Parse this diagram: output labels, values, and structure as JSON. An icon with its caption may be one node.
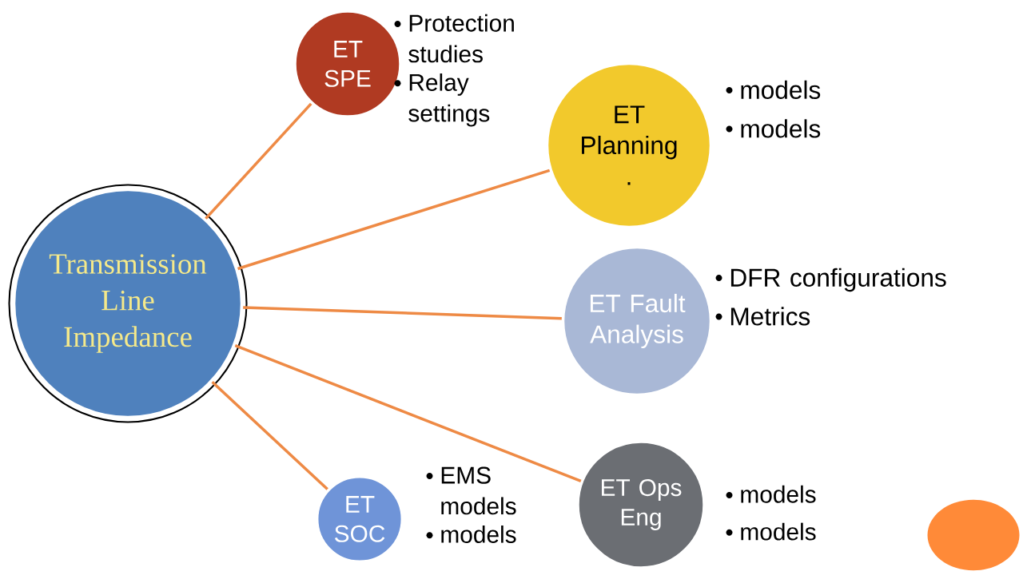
{
  "diagram": {
    "nodes": [
      {
        "text": [
          "Transmission Line Impedance"
        ]
      },
      {
        "text": [
          "ET SPE"
        ],
        "beside": [
          "Protection studies",
          "Relay settings"
        ]
      },
      {
        "text": [
          "ET Planning ."
        ],
        "beside": [
          "models",
          "models"
        ]
      },
      {
        "text": [
          "ET Fault Analysis"
        ],
        "beside": [
          "DFR configurations",
          "Metrics"
        ]
      },
      {
        "text": [
          "ET Ops Eng"
        ],
        "beside": [
          "models",
          "models"
        ]
      },
      {
        "text": [
          "ET SOC"
        ],
        "beside": [
          "EMS models",
          "models"
        ]
      },
      {
        "text": [],
        "shape": "circle"
      }
    ],
    "edges": [
      {
        "from": 0,
        "to": 1,
        "arrow": "none"
      },
      {
        "from": 0,
        "to": 2,
        "arrow": "none"
      },
      {
        "from": 0,
        "to": 3,
        "arrow": "none"
      },
      {
        "from": 0,
        "to": 4,
        "arrow": "none"
      },
      {
        "from": 0,
        "to": 5,
        "arrow": "none"
      }
    ]
  }
}
